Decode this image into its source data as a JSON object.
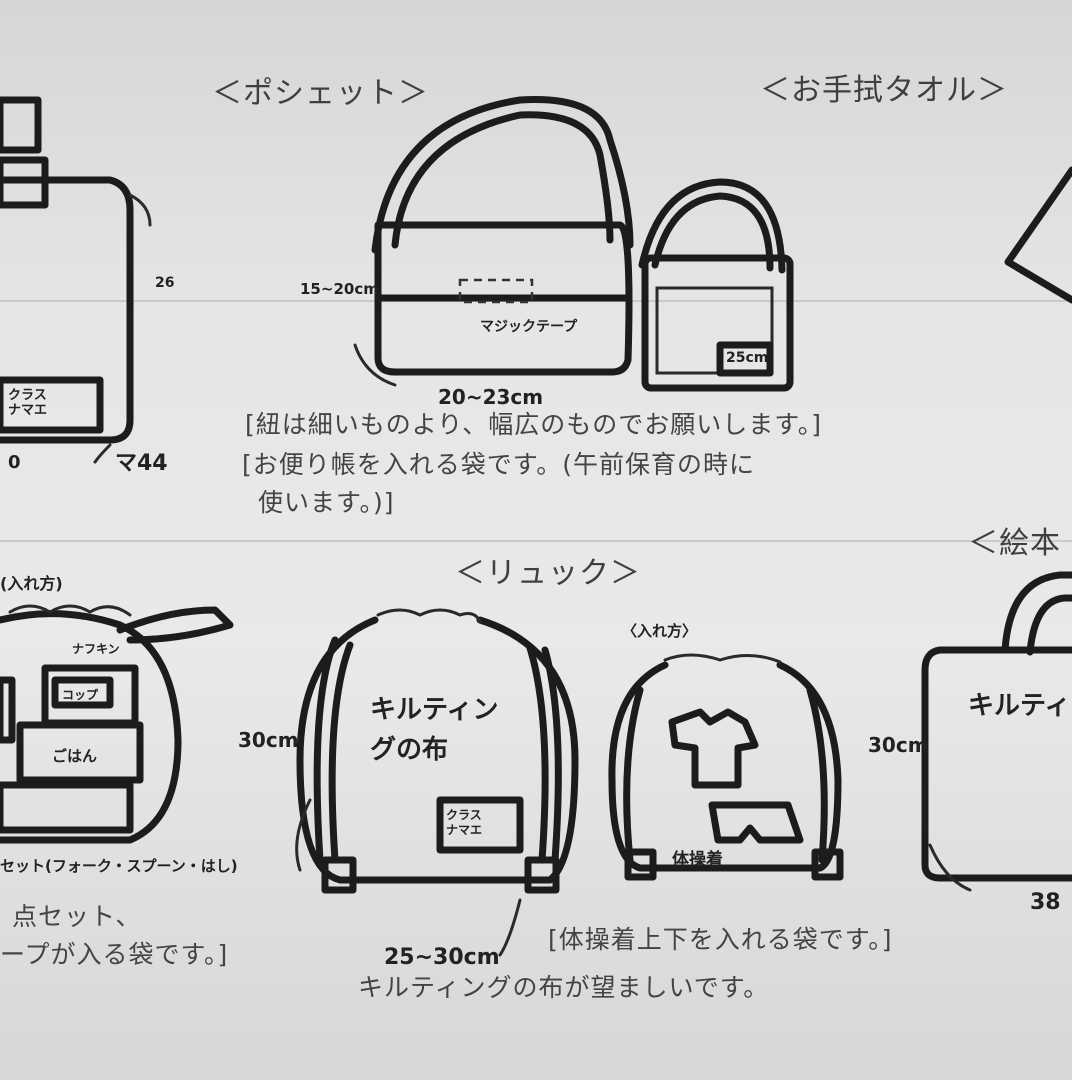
{
  "headings": {
    "pochette": "＜ポシェット＞",
    "towel": "＜お手拭タオル＞",
    "rucksack": "＜リュック＞",
    "ehon": "＜絵本"
  },
  "notes": {
    "pochette_1": "[紐は細いものより、幅広のものでお願いします。]",
    "pochette_2": "[お便り帳を入れる袋です。(午前保育の時に",
    "pochette_3": "使います。)]",
    "rucksack_1": "[体操着上下を入れる袋です。]",
    "rucksack_2": "キルティングの布が望ましいです。",
    "left_1": "点セット、",
    "left_2": "ープが入る袋です。]"
  },
  "sketch_labels": {
    "dim_26": "26",
    "dim_15_20": "15~20cm",
    "magic_tape": "マジックテープ",
    "dim_20_23": "20~23cm",
    "card_25": "25cm",
    "class_name_1": "クラス\nナマエ",
    "class_name_2": "クラス\nナマエ",
    "dim_0": "0",
    "dim_mark": "マ44",
    "irekata_1": "(入れ方)",
    "irekata_2": "〈入れ方〉",
    "napkin": "ナフキン",
    "gohan": "ごはん",
    "cup": "コップ",
    "set_note": "セット(フォーク・スプーン・はし)",
    "dim_30_left": "30cm",
    "quilting_fabric": "キルティングの布",
    "taisougi": "体操着",
    "dim_25_30": "25~30cm",
    "dim_30_right": "30cm",
    "dim_38": "38",
    "quilting_right": "キルティ"
  }
}
